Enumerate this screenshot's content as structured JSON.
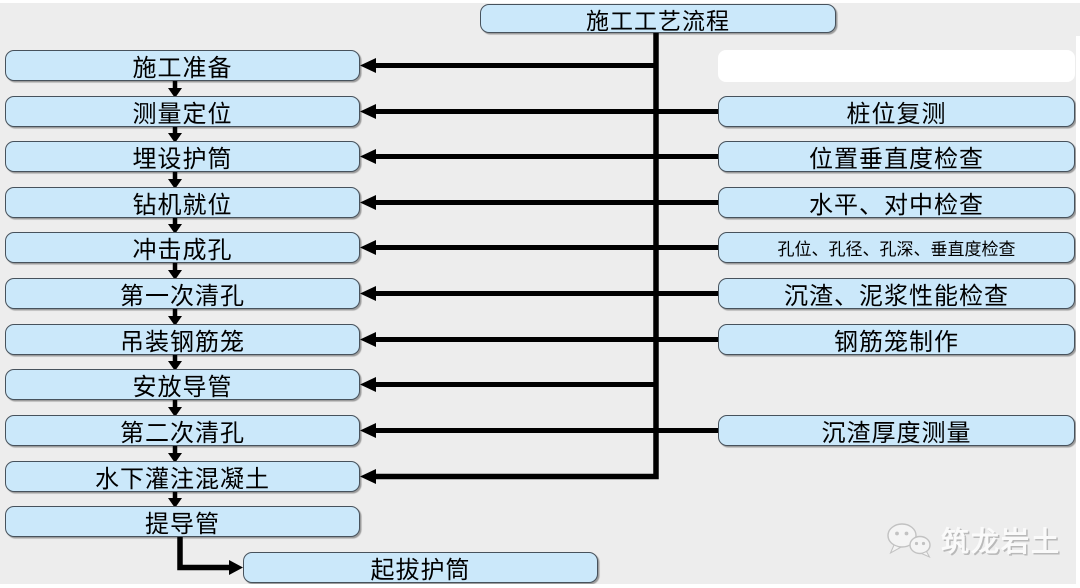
{
  "flowchart": {
    "title": "施工工艺流程",
    "left_steps": [
      "施工准备",
      "测量定位",
      "埋设护筒",
      "钻机就位",
      "冲击成孔",
      "第一次清孔",
      "吊装钢筋笼",
      "安放导管",
      "第二次清孔",
      "水下灌注混凝土",
      "提导管"
    ],
    "final_step": "起拔护筒",
    "right_checks": [
      "桩位复测",
      "位置垂直度检查",
      "水平、对中检查",
      "孔位、孔径、孔深、垂直度检查",
      "沉渣、泥浆性能检查",
      "钢筋笼制作",
      "沉渣厚度测量"
    ]
  },
  "watermark": {
    "label": "筑龙岩土",
    "icon": "wechat-icon"
  },
  "colors": {
    "box_fill": "#cbe8fa",
    "box_border": "#47525c",
    "arrow": "#000000",
    "background": "#ededed",
    "blank_box": "#ffffff"
  }
}
